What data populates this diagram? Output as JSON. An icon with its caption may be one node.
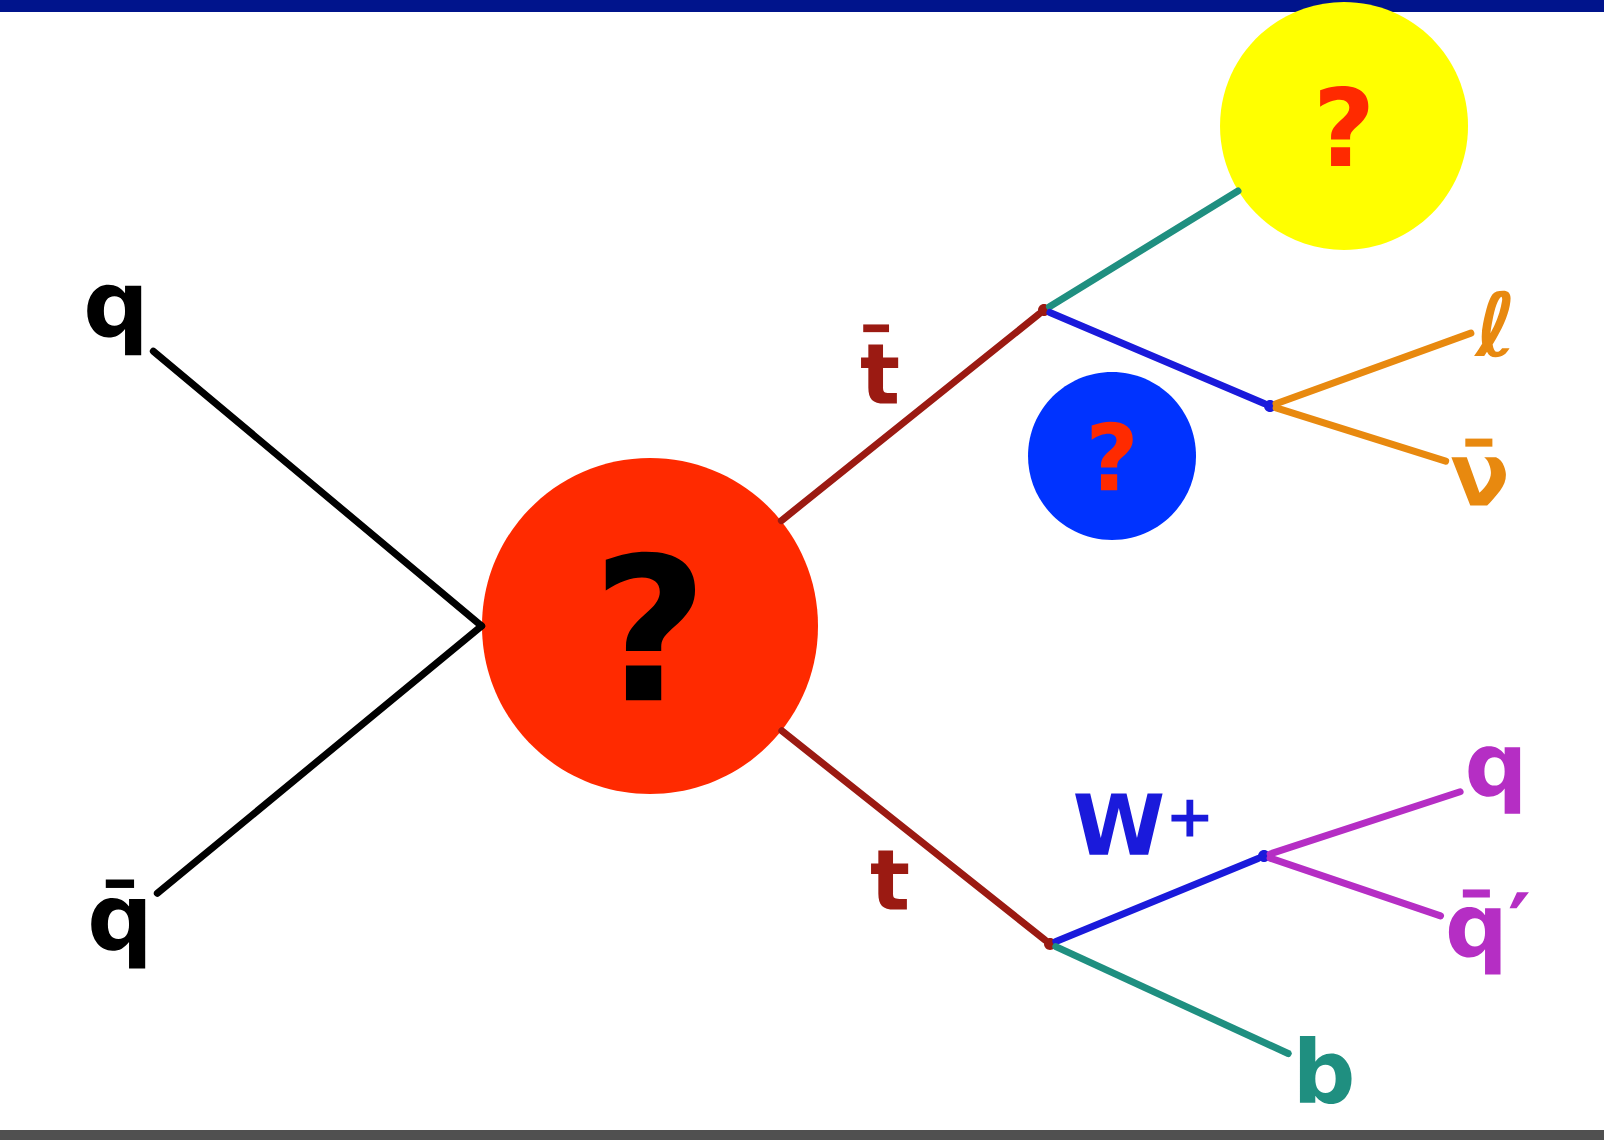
{
  "diagram": {
    "nodes": [
      {
        "text": [
          "q"
        ]
      },
      {
        "text": [
          "q̄"
        ]
      },
      {
        "text": [
          "?"
        ]
      },
      {
        "text": [],
        "shape": "point"
      },
      {
        "text": [
          "?"
        ]
      },
      {
        "text": [
          "?"
        ]
      },
      {
        "text": [],
        "shape": "point"
      },
      {
        "text": [
          "ℓ"
        ]
      },
      {
        "text": [
          "ν̄"
        ]
      },
      {
        "text": [],
        "shape": "point"
      },
      {
        "text": [],
        "shape": "point"
      },
      {
        "text": [
          "q"
        ]
      },
      {
        "text": [
          "q̄′"
        ]
      },
      {
        "text": [
          "b"
        ]
      }
    ],
    "edges": [
      {
        "from": 0,
        "to": 2,
        "arrow": "none"
      },
      {
        "from": 1,
        "to": 2,
        "arrow": "none"
      },
      {
        "from": 2,
        "to": 3,
        "arrow": "none",
        "label": "t̄",
        "color": "#9b1a12"
      },
      {
        "from": 2,
        "to": 9,
        "arrow": "none",
        "label": "t",
        "color": "#9b1a12"
      },
      {
        "from": 3,
        "to": 4,
        "arrow": "none",
        "color": "#1f8f80"
      },
      {
        "from": 3,
        "to": 6,
        "arrow": "none",
        "color": "#1a1adb"
      },
      {
        "from": 6,
        "to": 7,
        "arrow": "none",
        "color": "#e8890f"
      },
      {
        "from": 6,
        "to": 8,
        "arrow": "none",
        "color": "#e8890f"
      },
      {
        "from": 9,
        "to": 10,
        "arrow": "none",
        "label": "W$^{+}$",
        "color": "#1a1adb"
      },
      {
        "from": 10,
        "to": 11,
        "arrow": "none",
        "color": "#b52ec4"
      },
      {
        "from": 10,
        "to": 12,
        "arrow": "none",
        "color": "#b52ec4"
      },
      {
        "from": 9,
        "to": 13,
        "arrow": "none",
        "color": "#1f8f80"
      }
    ]
  }
}
